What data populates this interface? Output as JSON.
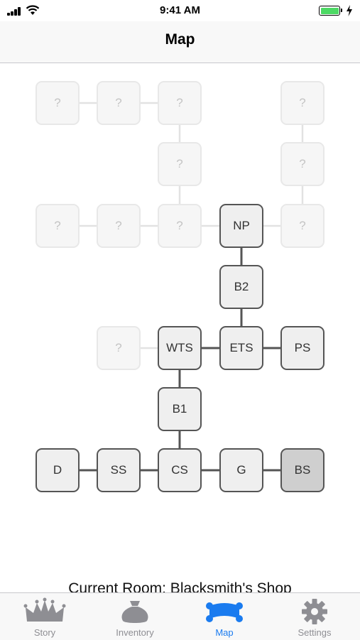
{
  "status_bar": {
    "time": "9:41 AM"
  },
  "nav": {
    "title": "Map"
  },
  "map": {
    "rooms": [
      {
        "id": "r1",
        "label": "?",
        "state": "unknown",
        "col": 0,
        "row": 0
      },
      {
        "id": "r2",
        "label": "?",
        "state": "unknown",
        "col": 1,
        "row": 0
      },
      {
        "id": "r3",
        "label": "?",
        "state": "unknown",
        "col": 2,
        "row": 0
      },
      {
        "id": "r4",
        "label": "?",
        "state": "unknown",
        "col": 4,
        "row": 0
      },
      {
        "id": "r5",
        "label": "?",
        "state": "unknown",
        "col": 2,
        "row": 1
      },
      {
        "id": "r6",
        "label": "?",
        "state": "unknown",
        "col": 4,
        "row": 1
      },
      {
        "id": "r7",
        "label": "?",
        "state": "unknown",
        "col": 0,
        "row": 2
      },
      {
        "id": "r8",
        "label": "?",
        "state": "unknown",
        "col": 1,
        "row": 2
      },
      {
        "id": "r9",
        "label": "?",
        "state": "unknown",
        "col": 2,
        "row": 2
      },
      {
        "id": "np",
        "label": "NP",
        "state": "known",
        "col": 3,
        "row": 2
      },
      {
        "id": "r10",
        "label": "?",
        "state": "unknown",
        "col": 4,
        "row": 2
      },
      {
        "id": "b2",
        "label": "B2",
        "state": "known",
        "col": 3,
        "row": 3
      },
      {
        "id": "r11",
        "label": "?",
        "state": "unknown",
        "col": 1,
        "row": 4
      },
      {
        "id": "wts",
        "label": "WTS",
        "state": "known",
        "col": 2,
        "row": 4
      },
      {
        "id": "ets",
        "label": "ETS",
        "state": "known",
        "col": 3,
        "row": 4
      },
      {
        "id": "ps",
        "label": "PS",
        "state": "known",
        "col": 4,
        "row": 4
      },
      {
        "id": "b1",
        "label": "B1",
        "state": "known",
        "col": 2,
        "row": 5
      },
      {
        "id": "d",
        "label": "D",
        "state": "known",
        "col": 0,
        "row": 6
      },
      {
        "id": "ss",
        "label": "SS",
        "state": "known",
        "col": 1,
        "row": 6
      },
      {
        "id": "cs",
        "label": "CS",
        "state": "known",
        "col": 2,
        "row": 6
      },
      {
        "id": "g",
        "label": "G",
        "state": "known",
        "col": 3,
        "row": 6
      },
      {
        "id": "bs",
        "label": "BS",
        "state": "current",
        "col": 4,
        "row": 6
      }
    ],
    "connections": [
      {
        "from": "r1",
        "to": "r2",
        "state": "unknown"
      },
      {
        "from": "r2",
        "to": "r3",
        "state": "unknown"
      },
      {
        "from": "r3",
        "to": "r5",
        "state": "unknown"
      },
      {
        "from": "r5",
        "to": "r9",
        "state": "unknown"
      },
      {
        "from": "r4",
        "to": "r6",
        "state": "unknown"
      },
      {
        "from": "r6",
        "to": "r10",
        "state": "unknown"
      },
      {
        "from": "r7",
        "to": "r8",
        "state": "unknown"
      },
      {
        "from": "r8",
        "to": "r9",
        "state": "unknown"
      },
      {
        "from": "r9",
        "to": "np",
        "state": "unknown"
      },
      {
        "from": "np",
        "to": "r10",
        "state": "unknown"
      },
      {
        "from": "r11",
        "to": "wts",
        "state": "unknown"
      },
      {
        "from": "np",
        "to": "b2",
        "state": "known"
      },
      {
        "from": "b2",
        "to": "ets",
        "state": "known"
      },
      {
        "from": "wts",
        "to": "ets",
        "state": "known"
      },
      {
        "from": "ets",
        "to": "ps",
        "state": "known"
      },
      {
        "from": "wts",
        "to": "b1",
        "state": "known"
      },
      {
        "from": "b1",
        "to": "cs",
        "state": "known"
      },
      {
        "from": "d",
        "to": "ss",
        "state": "known"
      },
      {
        "from": "ss",
        "to": "cs",
        "state": "known"
      },
      {
        "from": "cs",
        "to": "g",
        "state": "known"
      },
      {
        "from": "g",
        "to": "bs",
        "state": "known"
      }
    ]
  },
  "current_room": {
    "text": "Current Room: Blacksmith's Shop"
  },
  "tabs": [
    {
      "label": "Story",
      "icon": "crown-icon",
      "active": false
    },
    {
      "label": "Inventory",
      "icon": "sack-icon",
      "active": false
    },
    {
      "label": "Map",
      "icon": "map-scroll-icon",
      "active": true
    },
    {
      "label": "Settings",
      "icon": "gear-icon",
      "active": false
    }
  ],
  "colors": {
    "active_tab": "#1a7bef",
    "inactive_tab": "#8e8e93",
    "battery": "#4cd964"
  }
}
